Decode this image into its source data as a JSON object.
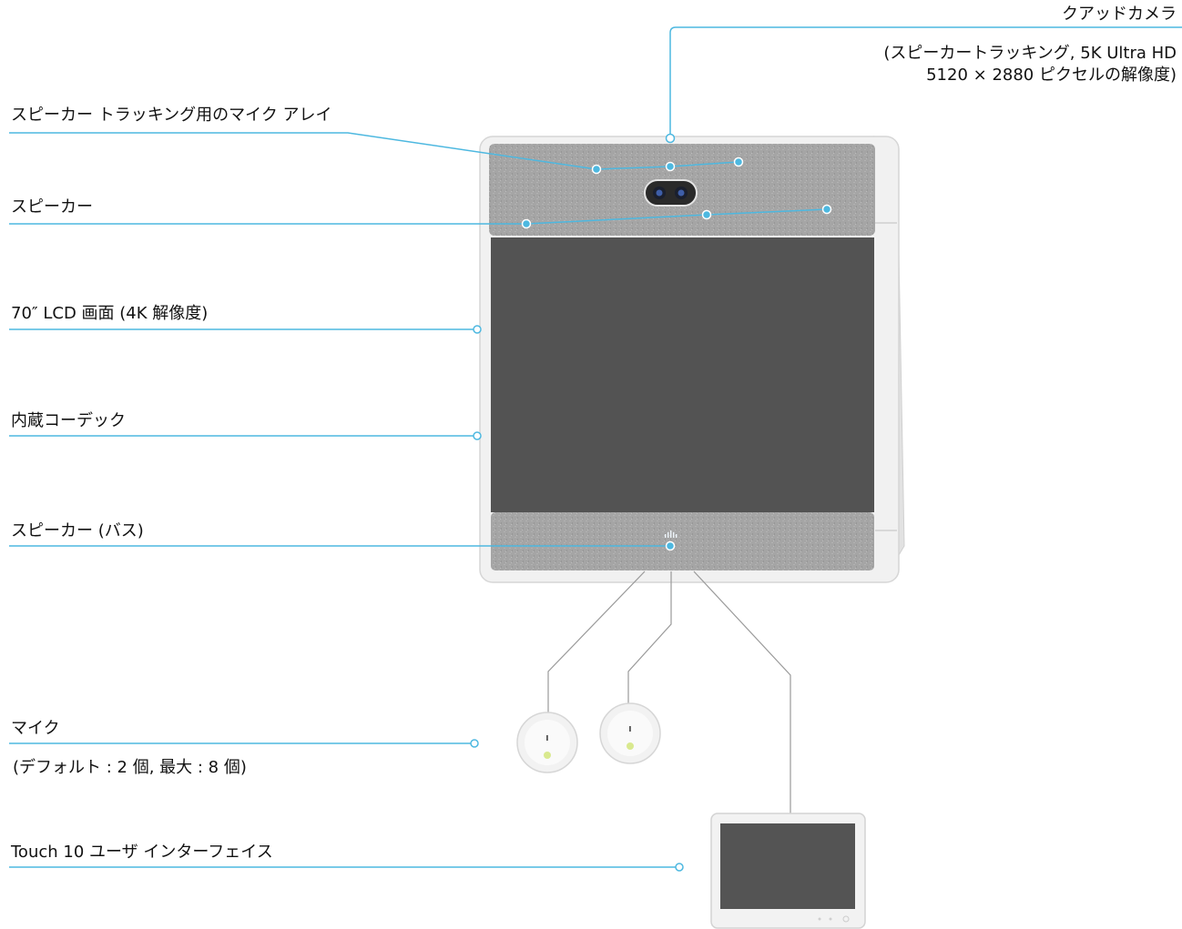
{
  "labels": {
    "camera_title": "クアッドカメラ",
    "camera_detail_1": "(スピーカートラッキング, 5K Ultra HD",
    "camera_detail_2": "5120 × 2880 ピクセルの解像度)",
    "mic_array": "スピーカー トラッキング用のマイク アレイ",
    "speakers": "スピーカー",
    "lcd": "70″ LCD 画面 (4K 解像度)",
    "codec": "内蔵コーデック",
    "bass_speaker": "スピーカー (バス)",
    "microphones": "マイク",
    "microphones_detail": "(デフォルト : 2 個, 最大 : 8 個)",
    "touch10": "Touch 10 ユーザ インターフェイス"
  },
  "colors": {
    "leader_line": "#4db8e0",
    "frame": "#ebebeb",
    "fabric": "#a3a3a3",
    "screen": "#545454",
    "cable": "#9a9a9a"
  }
}
